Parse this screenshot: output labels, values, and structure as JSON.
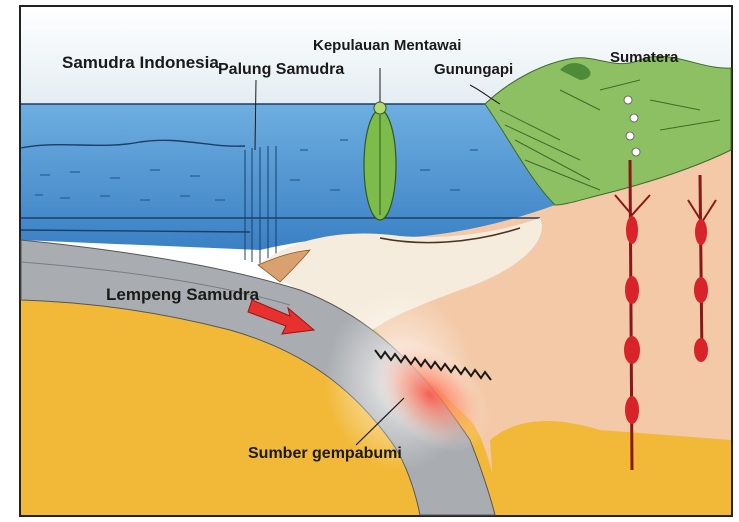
{
  "labels": {
    "ocean": "Samudra Indonesia",
    "trench": "Palung Samudra",
    "islands": "Kepulauan Mentawai",
    "volcano": "Gunungapi",
    "island_main": "Sumatera",
    "plate": "Lempeng Samudra",
    "quake_source": "Sumber gempabumi"
  },
  "colors": {
    "sky": "#eef2f4",
    "ocean_top": "#5b9fd6",
    "ocean_deep": "#3f86c9",
    "plate_gray": "#a9acb0",
    "mantle": "#f2b938",
    "crust": "#f3c9a8",
    "wedge": "#f6ecdd",
    "land_green": "#8cc063",
    "magma": "#d9232b",
    "arrow": "#e8302f"
  }
}
